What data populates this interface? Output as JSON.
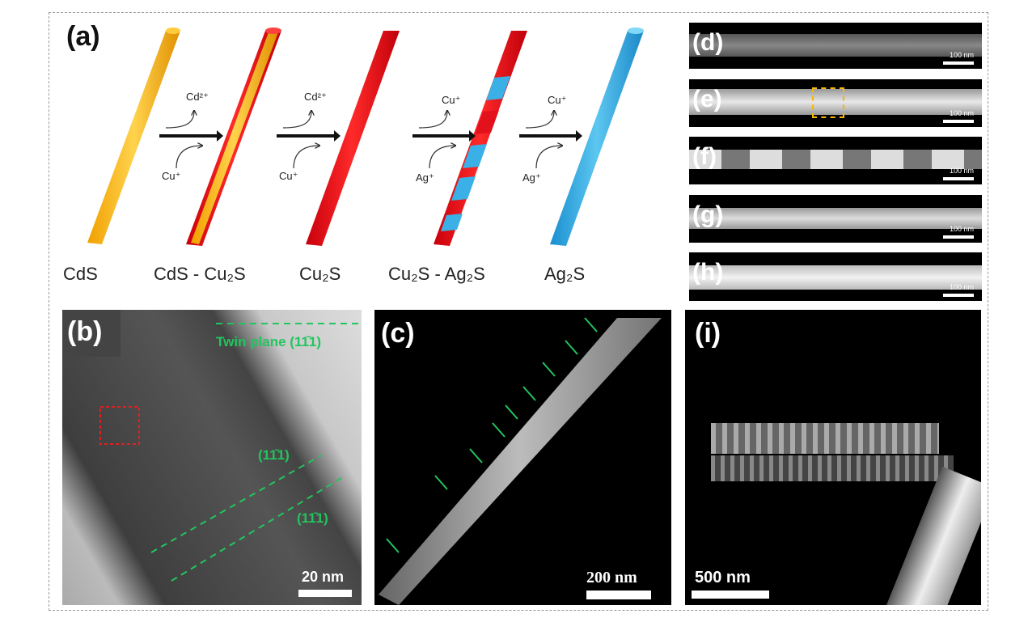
{
  "panel_a": {
    "label": "(a)",
    "captions": [
      "CdS",
      "CdS - Cu₂S",
      "Cu₂S",
      "Cu₂S - Ag₂S",
      "Ag₂S"
    ],
    "steps": [
      {
        "out": "Cd²⁺",
        "in": "Cu⁺"
      },
      {
        "out": "Cd²⁺",
        "in": "Cu⁺"
      },
      {
        "out": "Cu⁺",
        "in": "Ag⁺"
      },
      {
        "out": "Cu⁺",
        "in": "Ag⁺"
      }
    ],
    "colors": {
      "cds": "#f5b21a",
      "cu2s": "#e2111c",
      "ag2s": "#3aaee3"
    }
  },
  "panel_b": {
    "label": "(b)",
    "twin": "Twin plane (11̄1)",
    "plane1": "(11̄1)",
    "plane2": "(11̄1)",
    "scale": "20 nm"
  },
  "panel_c": {
    "label": "(c)",
    "scale": "200 nm"
  },
  "strips": [
    {
      "label": "(d)",
      "scale": "100 nm"
    },
    {
      "label": "(e)",
      "scale": "100 nm"
    },
    {
      "label": "(f)",
      "scale": "100 nm"
    },
    {
      "label": "(g)",
      "scale": "100 nm"
    },
    {
      "label": "(h)",
      "scale": "100 nm"
    }
  ],
  "panel_i": {
    "label": "(i)",
    "scale": "500 nm"
  }
}
